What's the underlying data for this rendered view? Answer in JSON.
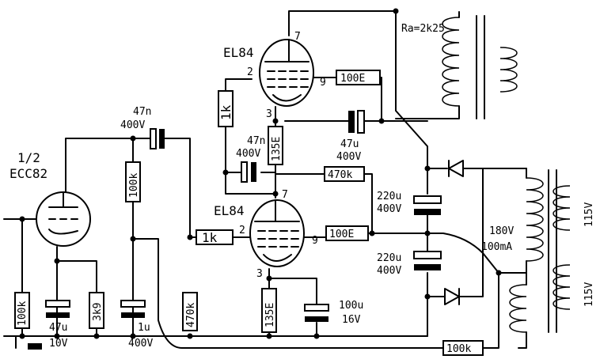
{
  "tubes": {
    "ecc82": {
      "line1": "1/2",
      "line2": "ECC82"
    },
    "el84_top": {
      "name": "EL84",
      "pin_anode": "7",
      "pin_g1": "2",
      "pin_g2": "9",
      "pin_cathode": "3"
    },
    "el84_bottom": {
      "name": "EL84",
      "pin_anode": "7",
      "pin_g1": "2",
      "pin_g2": "9",
      "pin_cathode": "3"
    }
  },
  "transformers": {
    "output": {
      "label": "Ra=2k25"
    },
    "power": {
      "secondary": "180V",
      "current": "100mA",
      "primary_1": "115V",
      "primary_2": "115V"
    }
  },
  "resistors": {
    "r_grid_ecc": "100k",
    "r_cathode_ecc": "3k9",
    "r_anode_ecc": "100k",
    "r_grid_el84": "470k",
    "r_stopper": "1k",
    "r_feedback_top": "1k",
    "r_cathode_top": "135E",
    "r_screen_top": "100E",
    "r_phase": "470k",
    "r_screen_bottom": "100E",
    "r_cathode_bottom": "135E",
    "r_bleed": "100k"
  },
  "capacitors": {
    "c_ecc_cathode": {
      "value": "47u",
      "voltage": "10V"
    },
    "c_couple": {
      "value": "47n",
      "voltage": "400V"
    },
    "c_decouple": {
      "value": "1u",
      "voltage": "400V"
    },
    "c_top_couple": {
      "value": "47n",
      "voltage": "400V"
    },
    "c_top_cathode": {
      "value": "47u",
      "voltage": "400V"
    },
    "c_filter_1": {
      "value": "220u",
      "voltage": "400V"
    },
    "c_filter_2": {
      "value": "220u",
      "voltage": "400V"
    },
    "c_bottom_cathode": {
      "value": "100u",
      "voltage": "16V"
    }
  }
}
